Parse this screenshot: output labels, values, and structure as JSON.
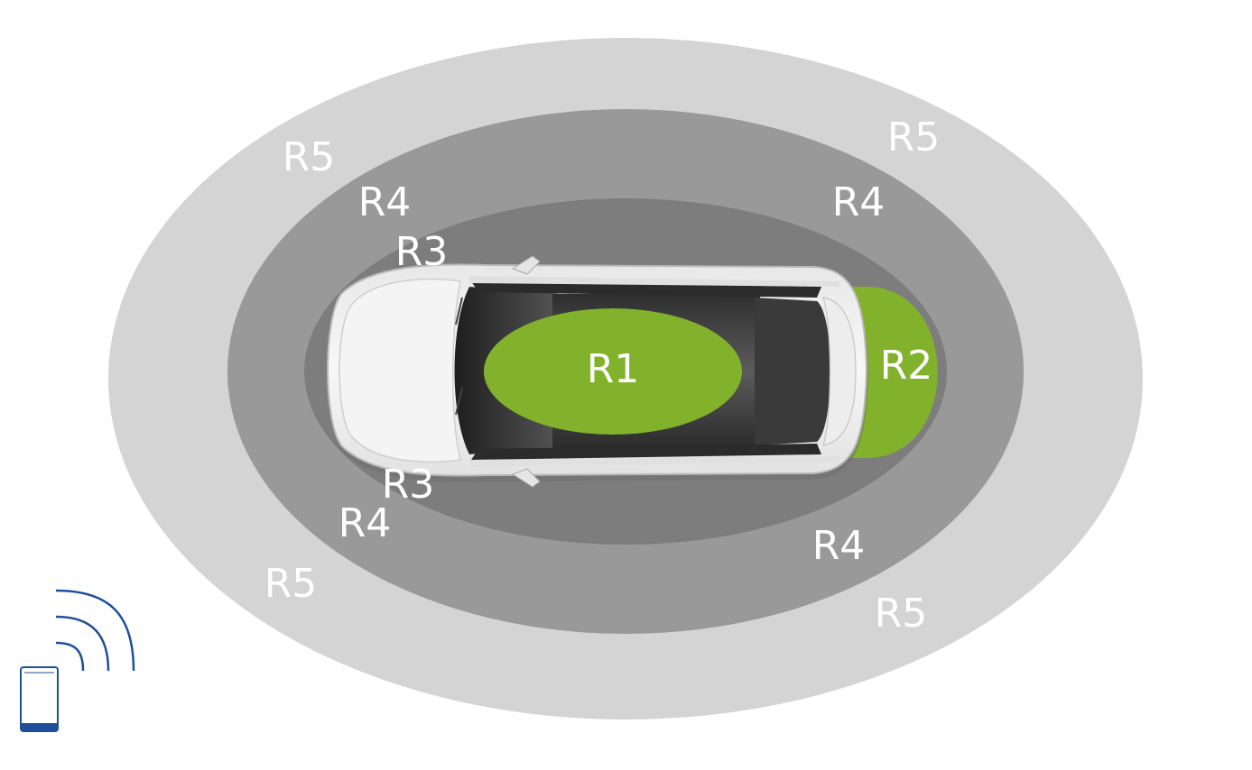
{
  "zones": {
    "r5_label": "R5",
    "r4_label": "R4",
    "r3_label": "R3",
    "r2_label": "R2",
    "r1_label": "R1"
  },
  "colors": {
    "zone_r5": "#d4d4d4",
    "zone_r4": "#999999",
    "zone_r3": "#7d7d7d",
    "zone_r1_r2": "#82b22c",
    "label_text": "#ffffff",
    "phone_accent": "#1f4f9a"
  },
  "icons": {
    "phone": "smartphone-icon",
    "signal": "wireless-signal-icon",
    "car": "car-top-view"
  }
}
